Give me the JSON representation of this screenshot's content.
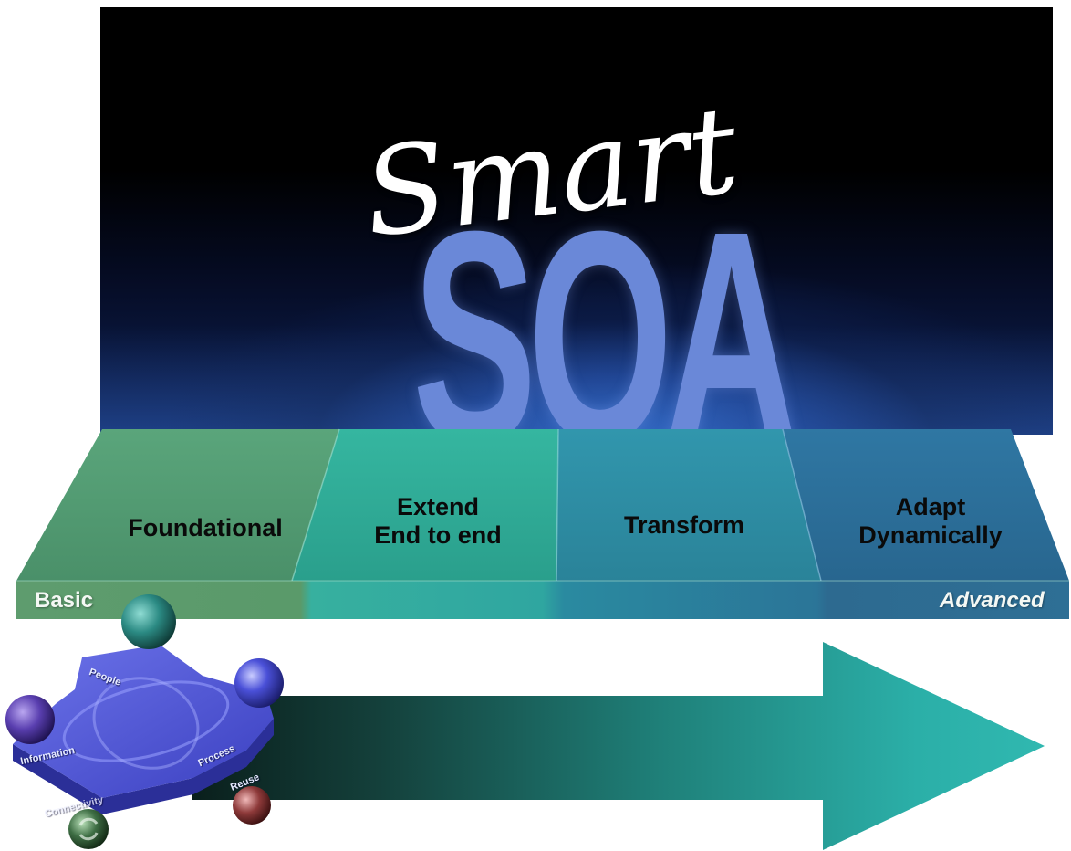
{
  "logo": {
    "script_text": "Smart",
    "block_text": "SOA"
  },
  "stages": [
    {
      "line1": "Foundational",
      "line2": ""
    },
    {
      "line1": "Extend",
      "line2": "End to end"
    },
    {
      "line1": "Transform",
      "line2": ""
    },
    {
      "line1": "Adapt",
      "line2": "Dynamically"
    }
  ],
  "scale": {
    "start_label": "Basic",
    "end_label": "Advanced"
  },
  "hub": {
    "labels": [
      "People",
      "Process",
      "Information",
      "Reuse",
      "Connectivity"
    ]
  },
  "colors": {
    "stage_1": "#4f9a72",
    "stage_2": "#2fae98",
    "stage_3": "#2e8fa6",
    "stage_4": "#2c6f9b",
    "soa_letters": "#6a88d8",
    "hub_blue": "#4a4fd0",
    "arrow_end": "#2eb3ac",
    "arrow_start": "#0d2a26"
  }
}
